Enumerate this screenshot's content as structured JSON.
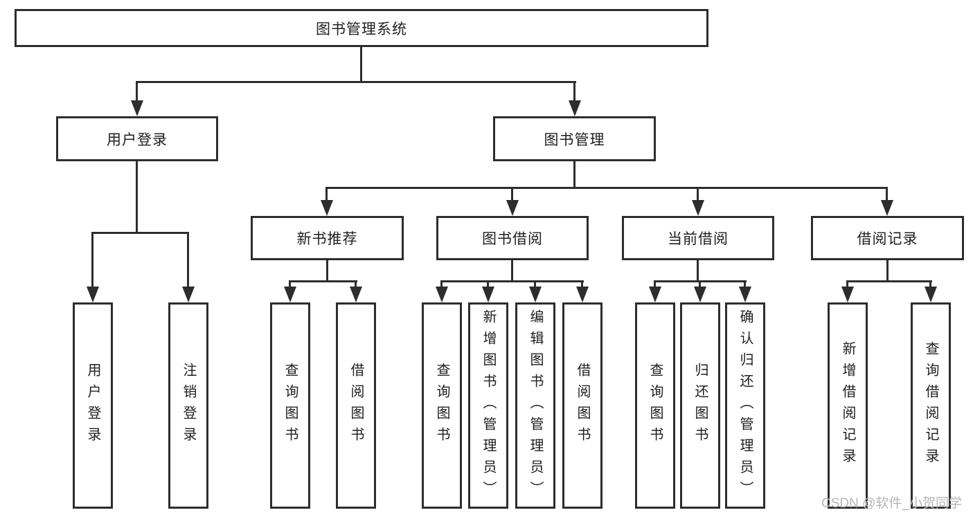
{
  "title_box": "图书管理系统",
  "watermark": "CSDN @软件_小贺同学",
  "colors": {
    "line": "#2d2d2d",
    "text": "#1e1e1e",
    "background": "#ffffff",
    "watermark": "#b6b6b6"
  },
  "user_login": {
    "label": "用户登录",
    "children": [
      "用户登录",
      "注销登录"
    ]
  },
  "book_mgmt": {
    "label": "图书管理",
    "modules": [
      {
        "label": "新书推荐",
        "children": [
          "查询图书",
          "借阅图书"
        ]
      },
      {
        "label": "图书借阅",
        "children": [
          "查询图书",
          "新增图书（管理员）",
          "编辑图书（管理员）",
          "借阅图书"
        ]
      },
      {
        "label": "当前借阅",
        "children": [
          "查询图书",
          "归还图书",
          "确认归还（管理员）"
        ]
      },
      {
        "label": "借阅记录",
        "children": [
          "新增借阅记录",
          "查询借阅记录"
        ]
      }
    ]
  }
}
